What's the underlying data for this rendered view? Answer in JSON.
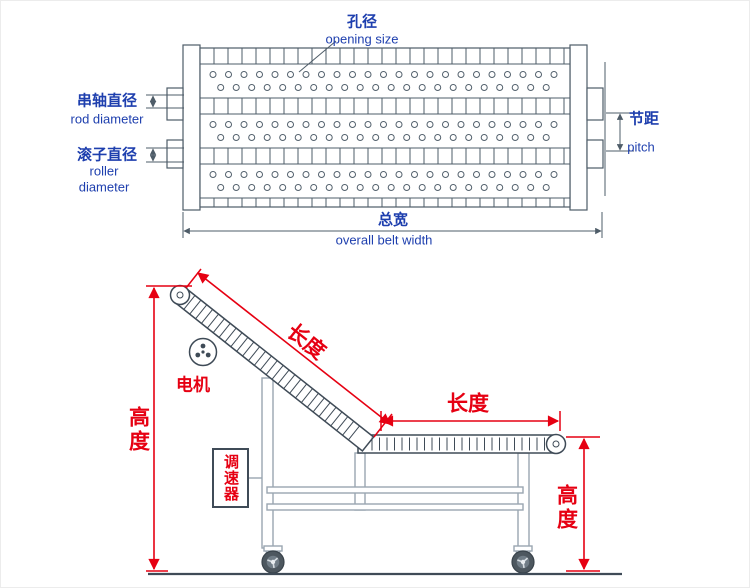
{
  "top_view": {
    "hole": {
      "cn": "孔径",
      "en": "opening size"
    },
    "rod": {
      "cn": "串轴直径",
      "en": "rod diameter"
    },
    "roller": {
      "cn": "滚子直径",
      "en1": "roller",
      "en2": "diameter"
    },
    "pitch": {
      "cn": "节距",
      "en": "pitch"
    },
    "width": {
      "cn": "总宽",
      "en": "overall belt width"
    }
  },
  "side_view": {
    "motor": "电机",
    "incline_length": "长度",
    "horizontal_length": "长度",
    "height_left": "高度",
    "height_right": "高度",
    "speed_controller": "调速器"
  },
  "colors": {
    "label_blue": "#1e3fae",
    "dimension_red": "#e60012",
    "drawing_line": "#4e5c68",
    "frame_gray": "#9aa6b1"
  }
}
